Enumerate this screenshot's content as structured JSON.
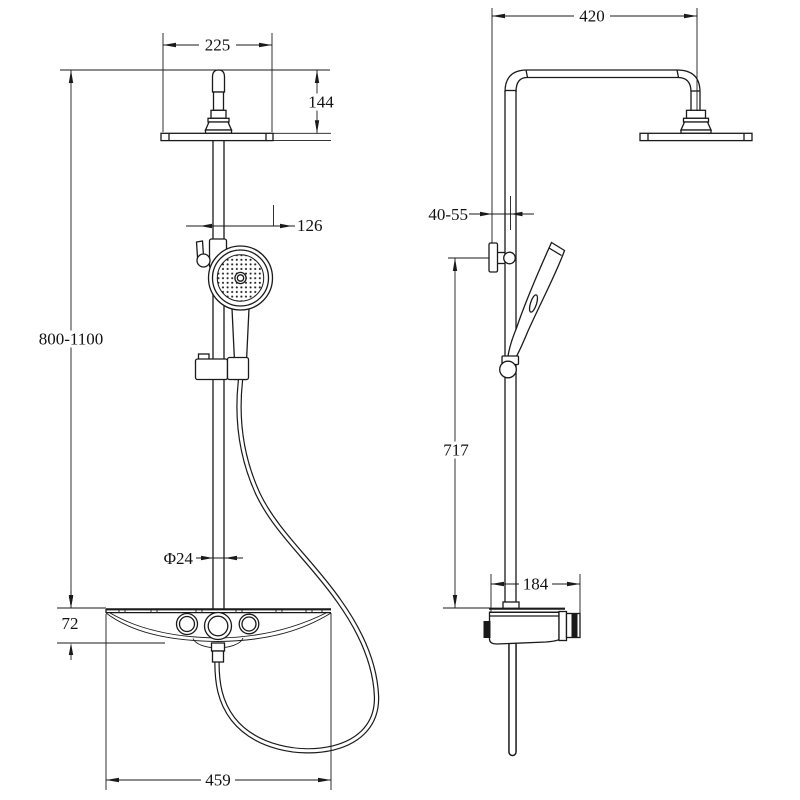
{
  "drawing": {
    "background_color": "#ffffff",
    "line_color": "#1a1a1a",
    "dimensions": {
      "head_width": "225",
      "head_drop": "144",
      "handshower_offset": "126",
      "overall_height": "800-1100",
      "pipe_diameter": "Φ24",
      "shelf_height": "72",
      "shelf_span": "459",
      "arm_reach": "420",
      "wall_clearance": "40-55",
      "bracket_to_valve": "717",
      "valve_width": "184"
    }
  }
}
